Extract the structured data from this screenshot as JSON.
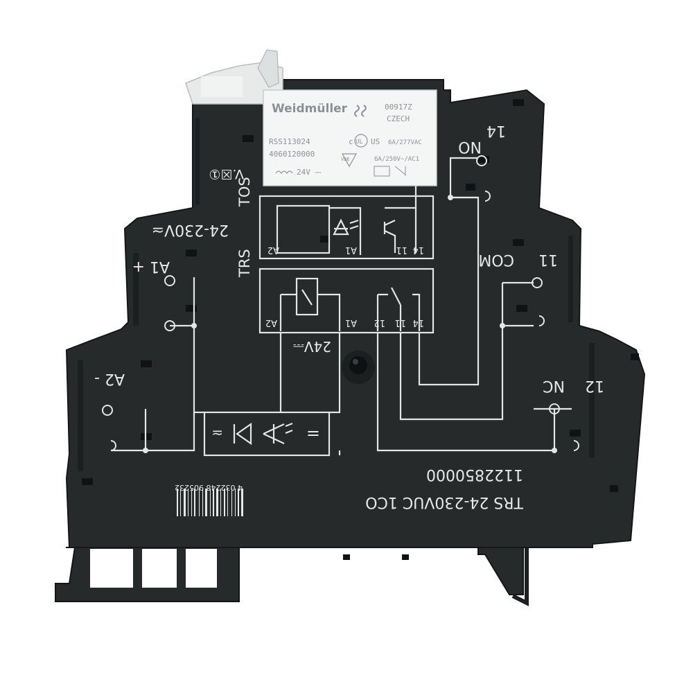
{
  "product": {
    "type_label": "TRS 24-230VUC 1CO",
    "order_number": "1122850000",
    "barcode_number": "4 032248 905232",
    "tos_label": "TOS",
    "trs_label": "TRS",
    "voltage_range": "24-230V≃",
    "coil_voltage": "24V⎓",
    "v_mark": "V.☒①"
  },
  "terminals": {
    "a1": "A1 +",
    "a2": "A2 -",
    "no": "NO",
    "com": "COM",
    "nc": "NC",
    "t14": "14",
    "t11": "11",
    "t12": "12"
  },
  "schematic": {
    "tos_pins": {
      "a2": "A2",
      "a1": "A1",
      "p14": "14",
      "p11": "11"
    },
    "trs_pins": {
      "a2": "A2",
      "a1": "A1",
      "p12": "12",
      "p11": "11",
      "p14": "14"
    },
    "bridge_symbol": "≃",
    "filter_symbol": "="
  },
  "relay": {
    "brand": "Weidmüller",
    "code": "00917Z",
    "origin": "CZECH",
    "model": "RSS113024",
    "part_number": "4060120000",
    "coil": "24V ⎓",
    "ul_rating": "6A/277VAC",
    "vde_rating": "6A/250V~/AC1",
    "vde_mark": "VDE",
    "ul_mark": "UL",
    "c_mark": "c",
    "us_mark": "US"
  },
  "colors": {
    "housing": "#2a2e2e",
    "print": "#e6e9e9",
    "relay_case": "#f4f5f5",
    "release_lever": "#e8eaea"
  }
}
